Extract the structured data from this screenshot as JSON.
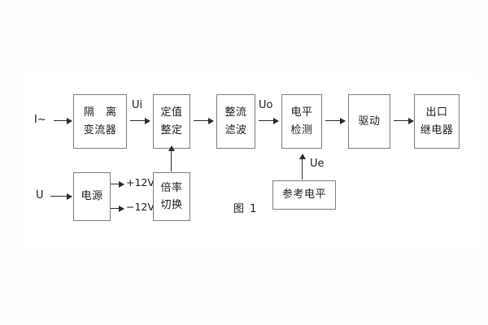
{
  "figure": {
    "caption": "图 1",
    "inputs": [
      {
        "id": "current-input",
        "label": "I~"
      },
      {
        "id": "voltage-input",
        "label": "U"
      }
    ],
    "blocks": [
      {
        "id": "isolation-transformer",
        "lines": [
          "隔 离",
          "变流器"
        ]
      },
      {
        "id": "setting-adjust",
        "lines": [
          "定值",
          "整定"
        ]
      },
      {
        "id": "rectifier-filter",
        "lines": [
          "整流",
          "滤波"
        ]
      },
      {
        "id": "level-detect",
        "lines": [
          "电平",
          "检测"
        ]
      },
      {
        "id": "drive",
        "lines": [
          "驱动"
        ]
      },
      {
        "id": "output-relay",
        "lines": [
          "出口",
          "继电器"
        ]
      },
      {
        "id": "power-supply",
        "lines": [
          "电源"
        ]
      },
      {
        "id": "ratio-switch",
        "lines": [
          "倍率",
          "切换"
        ]
      },
      {
        "id": "reference-level",
        "lines": [
          "参考电平"
        ]
      }
    ],
    "signals": [
      {
        "id": "ui-signal",
        "label": "Ui"
      },
      {
        "id": "uo-signal",
        "label": "Uo"
      },
      {
        "id": "ue-signal",
        "label": "Ue"
      }
    ],
    "rails": [
      {
        "id": "rail-positive",
        "label": "+12V"
      },
      {
        "id": "rail-negative",
        "label": "−12V"
      }
    ]
  },
  "colors": {
    "background": "#fdfdfd",
    "panel": "#ffffff",
    "box_border": "#7d7d7d",
    "line": "#2b2b2b",
    "text": "#1b1b1b"
  }
}
